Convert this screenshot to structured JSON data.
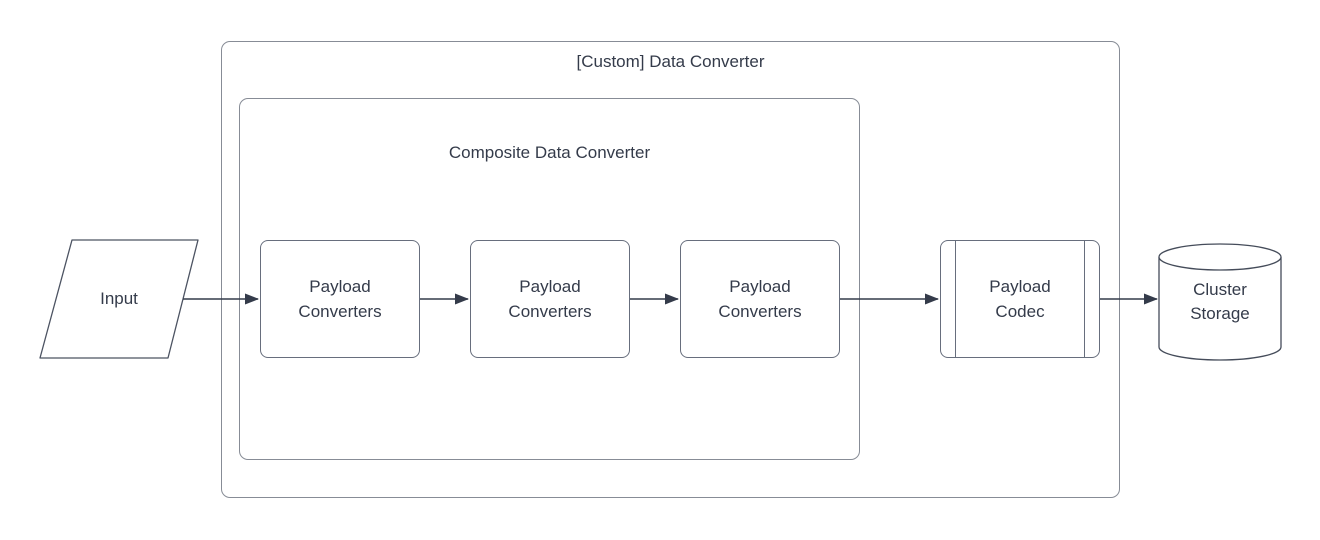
{
  "diagram": {
    "outer_container": {
      "title": "[Custom] Data Converter"
    },
    "inner_container": {
      "title": "Composite Data Converter"
    },
    "nodes": {
      "input": {
        "label": "Input",
        "shape": "parallelogram"
      },
      "payload_converters": [
        {
          "label": "Payload Converters"
        },
        {
          "label": "Payload Converters"
        },
        {
          "label": "Payload Converters"
        }
      ],
      "payload_codec": {
        "label": "Payload Codec",
        "shape": "predefined-process"
      },
      "cluster_storage": {
        "label": "Cluster Storage",
        "shape": "cylinder"
      }
    },
    "colors": {
      "background": "#ffffff",
      "container_stroke": "#878c96",
      "shape_stroke": "#5c6372",
      "text": "#343b4a",
      "arrow": "#343b4a"
    }
  }
}
